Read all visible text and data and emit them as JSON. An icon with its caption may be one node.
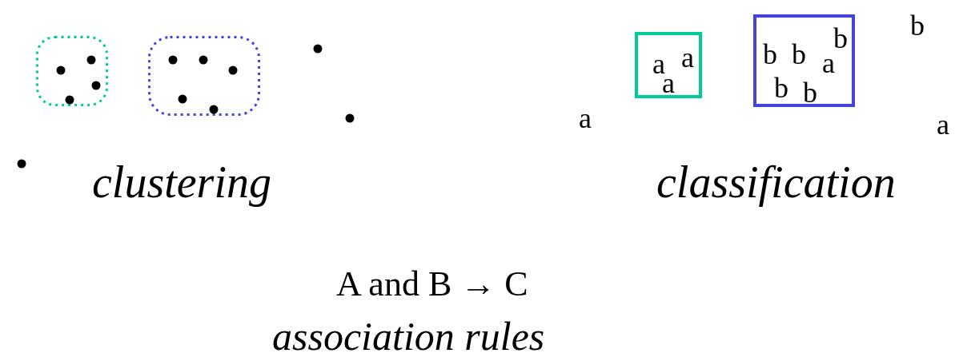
{
  "diagram": {
    "nodes": [
      {
        "text": [],
        "shape": "box"
      },
      {
        "text": [],
        "shape": "box"
      },
      {
        "text": [
          "a",
          "a",
          "a"
        ]
      },
      {
        "text": [
          "b",
          "b",
          "b",
          "a",
          "b",
          "b"
        ]
      }
    ],
    "labels": [
      "b",
      "a",
      "a",
      "clustering",
      "classification",
      "A and B → C",
      "association rules"
    ]
  }
}
